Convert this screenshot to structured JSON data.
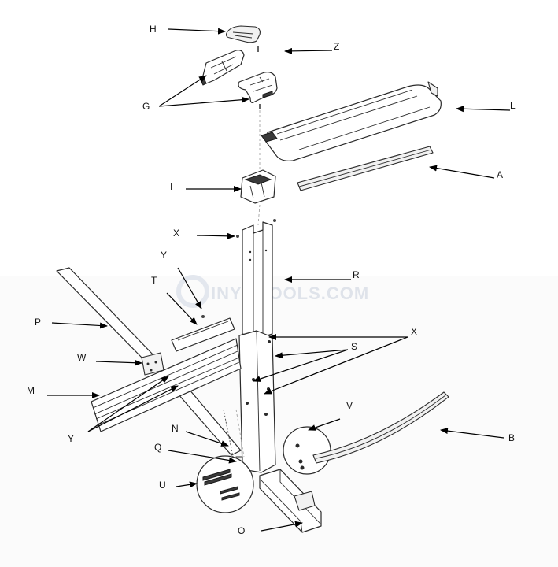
{
  "watermark": {
    "text": "INYOPOOLS.COM"
  },
  "callouts": [
    {
      "id": "H",
      "text": "H"
    },
    {
      "id": "Z",
      "text": "Z"
    },
    {
      "id": "G",
      "text": "G"
    },
    {
      "id": "L",
      "text": "L"
    },
    {
      "id": "A",
      "text": "A"
    },
    {
      "id": "I",
      "text": "I"
    },
    {
      "id": "X1",
      "text": "X"
    },
    {
      "id": "Y1",
      "text": "Y"
    },
    {
      "id": "R",
      "text": "R"
    },
    {
      "id": "T",
      "text": "T"
    },
    {
      "id": "P",
      "text": "P"
    },
    {
      "id": "X2",
      "text": "X"
    },
    {
      "id": "S",
      "text": "S"
    },
    {
      "id": "W",
      "text": "W"
    },
    {
      "id": "M",
      "text": "M"
    },
    {
      "id": "V",
      "text": "V"
    },
    {
      "id": "Y2",
      "text": "Y"
    },
    {
      "id": "N",
      "text": "N"
    },
    {
      "id": "B",
      "text": "B"
    },
    {
      "id": "Q",
      "text": "Q"
    },
    {
      "id": "U",
      "text": "U"
    },
    {
      "id": "O",
      "text": "O"
    }
  ]
}
